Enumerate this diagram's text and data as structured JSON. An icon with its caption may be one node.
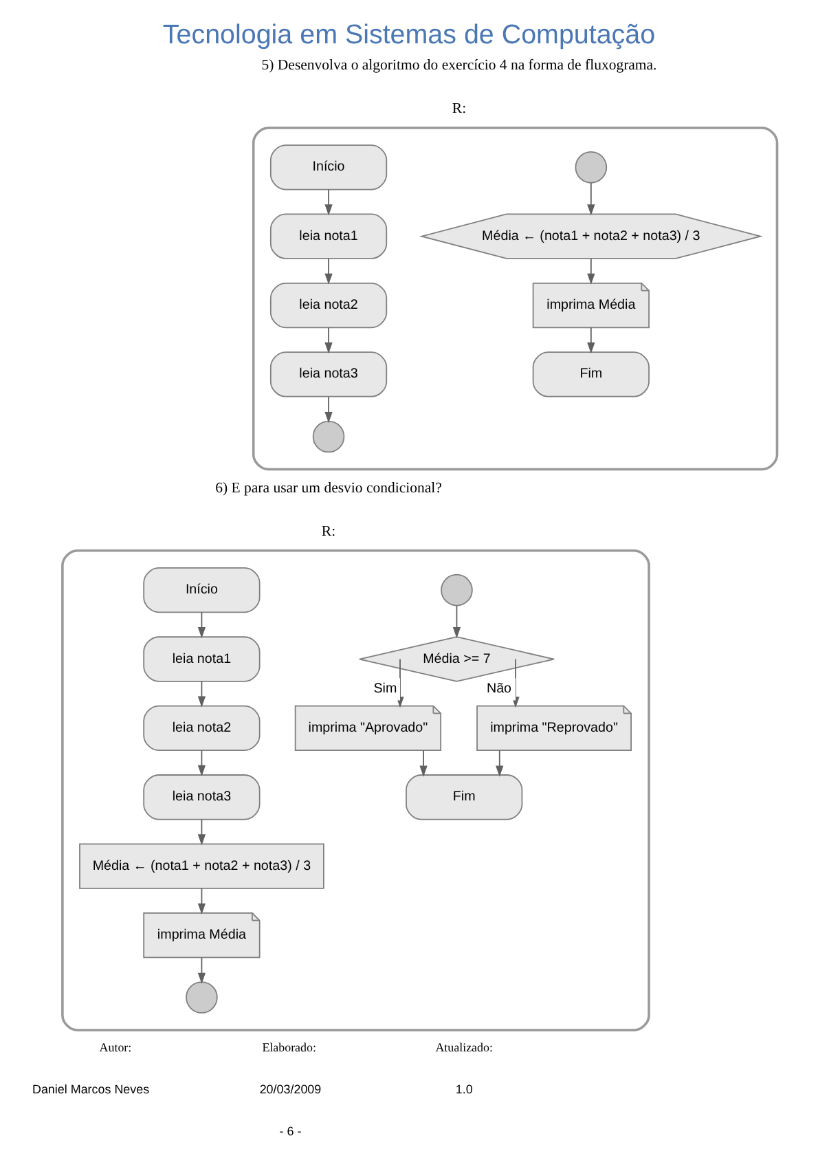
{
  "diagram": {
    "title": "Tecnologia em Sistemas de Computação",
    "nodes": [
      {
        "text": [],
        "shape": "box"
      },
      {
        "text": [
          "Início"
        ],
        "in": 0
      },
      {
        "text": [
          "leia nota1"
        ],
        "in": 0
      },
      {
        "text": [
          "leia nota2"
        ],
        "in": 0
      },
      {
        "text": [
          "leia nota3"
        ],
        "in": 0
      },
      {
        "text": [],
        "shape": "circle",
        "in": 0
      },
      {
        "text": [],
        "shape": "circle",
        "in": 0
      },
      {
        "text": [
          "Média ← (nota1 + nota2 + nota3) / 3"
        ],
        "in": 0
      },
      {
        "text": [
          "imprima Média"
        ],
        "in": 0
      },
      {
        "text": [
          "Fim"
        ],
        "in": 0
      },
      {
        "text": [],
        "shape": "box"
      },
      {
        "text": [
          "Início"
        ],
        "in": 10
      },
      {
        "text": [
          "leia nota1"
        ],
        "in": 10
      },
      {
        "text": [
          "leia nota2"
        ],
        "in": 10
      },
      {
        "text": [
          "leia nota3"
        ],
        "in": 10
      },
      {
        "text": [
          "Média ← (nota1 + nota2 + nota3) / 3"
        ],
        "in": 10
      },
      {
        "text": [
          "imprima Média"
        ],
        "in": 10
      },
      {
        "text": [],
        "shape": "circle",
        "in": 10
      },
      {
        "text": [],
        "shape": "circle",
        "in": 10
      },
      {
        "text": [
          "Média >= 7"
        ],
        "in": 10
      },
      {
        "text": [
          "imprima \"Aprovado\""
        ],
        "in": 10
      },
      {
        "text": [
          "imprima \"Reprovado\""
        ],
        "in": 10
      },
      {
        "text": [
          "Fim"
        ],
        "in": 10
      }
    ],
    "edges": [
      {
        "from": 1,
        "to": 2,
        "arrow": "to"
      },
      {
        "from": 2,
        "to": 3,
        "arrow": "to"
      },
      {
        "from": 3,
        "to": 4,
        "arrow": "to"
      },
      {
        "from": 4,
        "to": 5,
        "arrow": "to"
      },
      {
        "from": 6,
        "to": 7,
        "arrow": "to"
      },
      {
        "from": 7,
        "to": 8,
        "arrow": "to"
      },
      {
        "from": 8,
        "to": 9,
        "arrow": "to"
      },
      {
        "from": 11,
        "to": 12,
        "arrow": "to"
      },
      {
        "from": 12,
        "to": 13,
        "arrow": "to"
      },
      {
        "from": 13,
        "to": 14,
        "arrow": "to"
      },
      {
        "from": 14,
        "to": 15,
        "arrow": "to"
      },
      {
        "from": 15,
        "to": 16,
        "arrow": "to"
      },
      {
        "from": 16,
        "to": 17,
        "arrow": "to"
      },
      {
        "from": 18,
        "to": 19,
        "arrow": "to"
      },
      {
        "from": 19,
        "to": 20,
        "arrow": "to",
        "label": "Sim"
      },
      {
        "from": 19,
        "to": 21,
        "arrow": "to",
        "label": "Não"
      },
      {
        "from": 20,
        "to": 22,
        "arrow": "to"
      },
      {
        "from": 21,
        "to": 22,
        "arrow": "to"
      }
    ],
    "labels": [
      "5) Desenvolva o algoritmo do exercício 4 na forma de fluxograma.",
      "R:",
      "6) E para usar um desvio condicional?",
      "R:",
      "Autor:",
      "Elaborado:",
      "Atualizado:",
      "Daniel Marcos Neves",
      "20/03/2009",
      "1.0",
      "- 6 -"
    ]
  }
}
